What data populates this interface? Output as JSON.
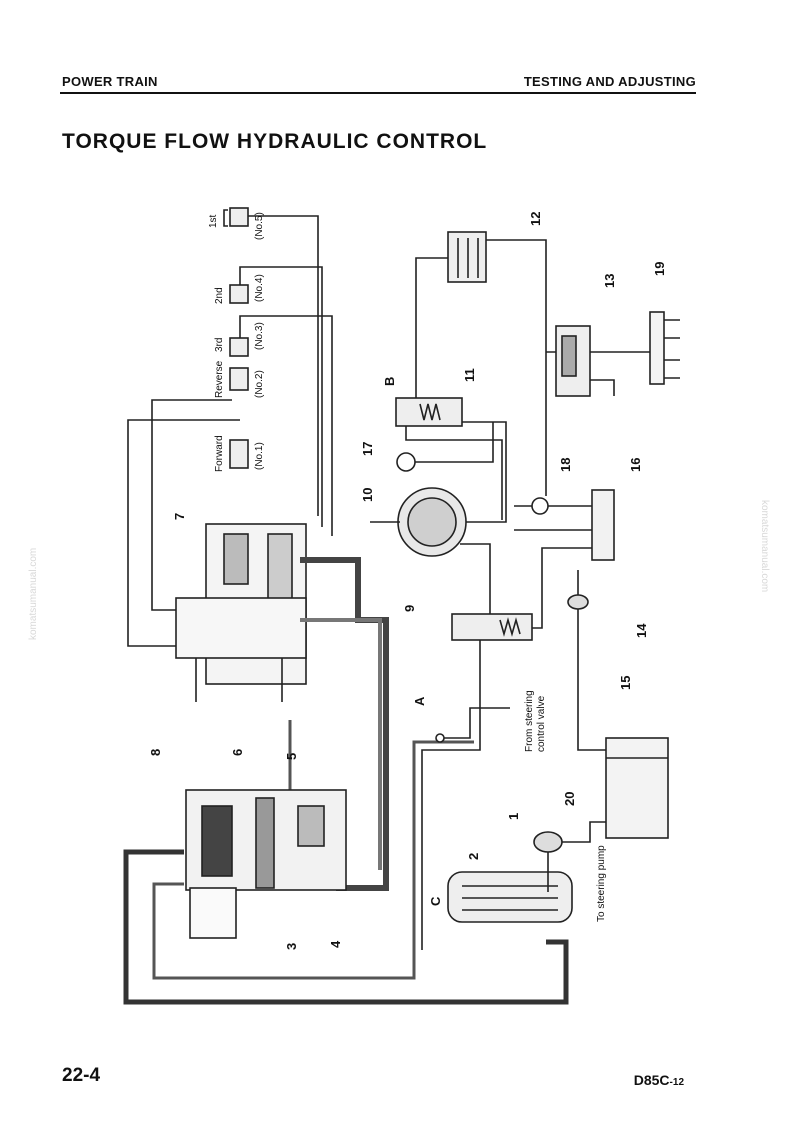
{
  "header": {
    "left": "POWER TRAIN",
    "right": "TESTING AND ADJUSTING"
  },
  "title": "TORQUE FLOW HYDRAULIC CONTROL",
  "footer": {
    "page": "22-4",
    "model": "D85C",
    "model_suffix": "-12"
  },
  "watermark": "komatsumanual.com",
  "diagram": {
    "clutch_labels": [
      "1st",
      "2nd",
      "3rd",
      "Reverse",
      "Forward"
    ],
    "clutch_nos": [
      "(No.5)",
      "(No.4)",
      "(No.3)",
      "(No.2)",
      "(No.1)"
    ],
    "callouts": [
      "1",
      "2",
      "3",
      "4",
      "5",
      "6",
      "7",
      "8",
      "9",
      "10",
      "11",
      "12",
      "13",
      "14",
      "15",
      "16",
      "17",
      "18",
      "19",
      "20"
    ],
    "letters": [
      "A",
      "B",
      "C"
    ],
    "notes": {
      "from_steering_line1": "From steering",
      "from_steering_line2": "control valve",
      "to_steering": "To steering pump"
    }
  }
}
